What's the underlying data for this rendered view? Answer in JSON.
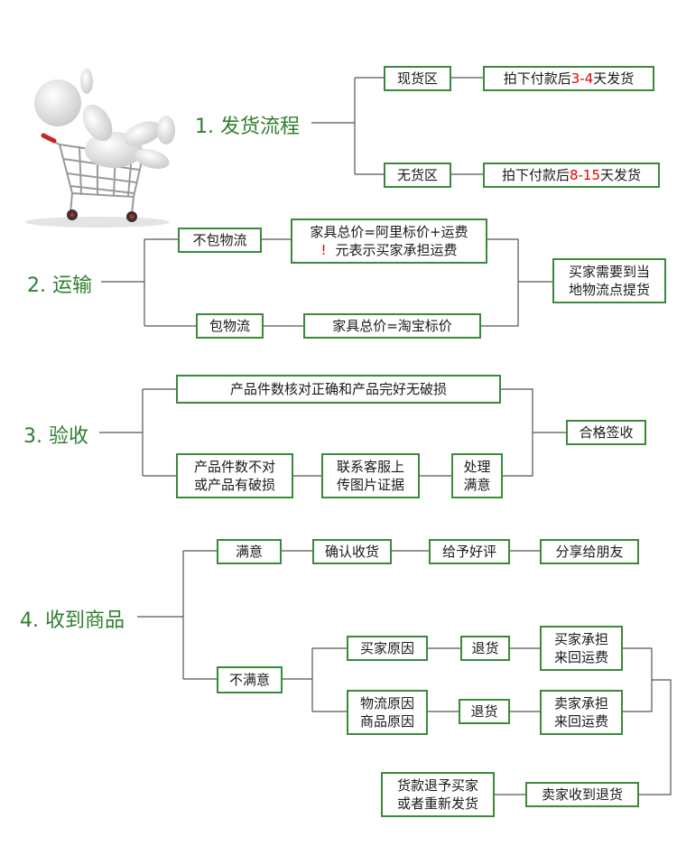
{
  "sections": {
    "s1": "1. 发货流程",
    "s2": "2. 运输",
    "s3": "3. 验收",
    "s4": "4. 收到商品"
  },
  "shipping": {
    "in_stock": "现货区",
    "in_stock_detail_pre": "拍下付款后",
    "in_stock_days": "3-4",
    "in_stock_detail_post": "天发货",
    "out_stock": "无货区",
    "out_stock_detail_pre": "拍下付款后",
    "out_stock_days": "8-15",
    "out_stock_detail_post": "天发货"
  },
  "transport": {
    "no_logistics": "不包物流",
    "no_logistics_price": "家具总价=阿里标价+运费",
    "buyer_pays_mark": "!",
    "buyer_pays": "元表示买家承担运费",
    "with_logistics": "包物流",
    "with_logistics_price": "家具总价=淘宝标价",
    "pickup_line1": "买家需要到当",
    "pickup_line2": "地物流点提货"
  },
  "inspection": {
    "correct": "产品件数核对正确和产品完好无破损",
    "wrong_line1": "产品件数不对",
    "wrong_line2": "或产品有破损",
    "contact_line1": "联系客服上",
    "contact_line2": "传图片证据",
    "handle_line1": "处理",
    "handle_line2": "满意",
    "accept": "合格签收"
  },
  "receipt": {
    "satisfied": "满意",
    "confirm": "确认收货",
    "rate": "给予好评",
    "share": "分享给朋友",
    "unsatisfied": "不满意",
    "buyer_reason": "买家原因",
    "return1": "退货",
    "buyer_bear_line1": "买家承担",
    "buyer_bear_line2": "来回运费",
    "seller_reason_line1": "物流原因",
    "seller_reason_line2": "商品原因",
    "return2": "退货",
    "seller_bear_line1": "卖家承担",
    "seller_bear_line2": "来回运费",
    "seller_receive": "卖家收到退货",
    "refund_line1": "货款退予买家",
    "refund_line2": "或者重新发货"
  },
  "colors": {
    "line": "#3a8a3a",
    "accent": "#e00000",
    "section": "#2f7f2f"
  }
}
